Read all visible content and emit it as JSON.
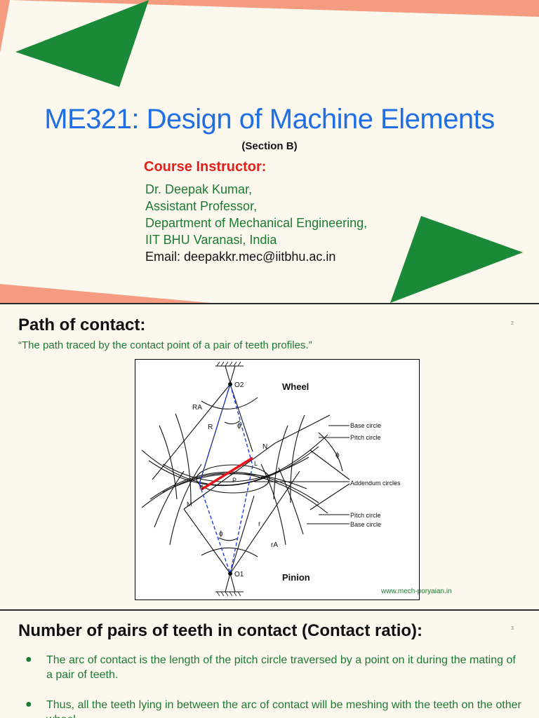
{
  "slide1": {
    "title": "ME321: Design of Machine Elements",
    "section": "(Section B)",
    "instructor_heading": "Course Instructor:",
    "instructor_lines": [
      "Dr. Deepak Kumar,",
      "Assistant Professor,",
      "Department of Mechanical Engineering,",
      "IIT BHU Varanasi, India"
    ],
    "email": "Email: deepakkr.mec@iitbhu.ac.in",
    "colors": {
      "background": "#fdf8ee",
      "accent_salmon": "#f49b80",
      "accent_green": "#1a8a38",
      "title_blue": "#1f6fe3",
      "heading_red": "#e0201c"
    }
  },
  "slide2": {
    "heading": "Path of contact:",
    "page_number": "2",
    "quote": "“The path traced by the contact point of a pair of teeth profiles.”",
    "figure": {
      "labels": {
        "o2": "O2",
        "wheel": "Wheel",
        "ra": "RA",
        "r_big": "R",
        "phi_top": "ϕ",
        "n": "N",
        "base_circle_top": "Base circle",
        "pitch_circle_top": "Pitch circle",
        "phi_right": "ϕ",
        "l": "L",
        "p": "P",
        "k": "K",
        "addendum": "Addendum circles",
        "m": "M",
        "pitch_circle_bottom": "Pitch circle",
        "base_circle_bottom": "Base circle",
        "r_small": "r",
        "ra_small": "rA",
        "phi_bottom": "ϕ",
        "o1": "O1",
        "pinion": "Pinion"
      }
    },
    "credit": "www.mech-poryaian.in"
  },
  "slide3": {
    "heading": "Number of pairs of teeth in contact (Contact ratio):",
    "page_number": "3",
    "bullets": [
      "The arc of contact is the length of the pitch circle traversed by a point on it during the mating of a pair of teeth.",
      "Thus, all the teeth lying in between the arc of contact will be meshing with the teeth on the other wheel."
    ]
  }
}
